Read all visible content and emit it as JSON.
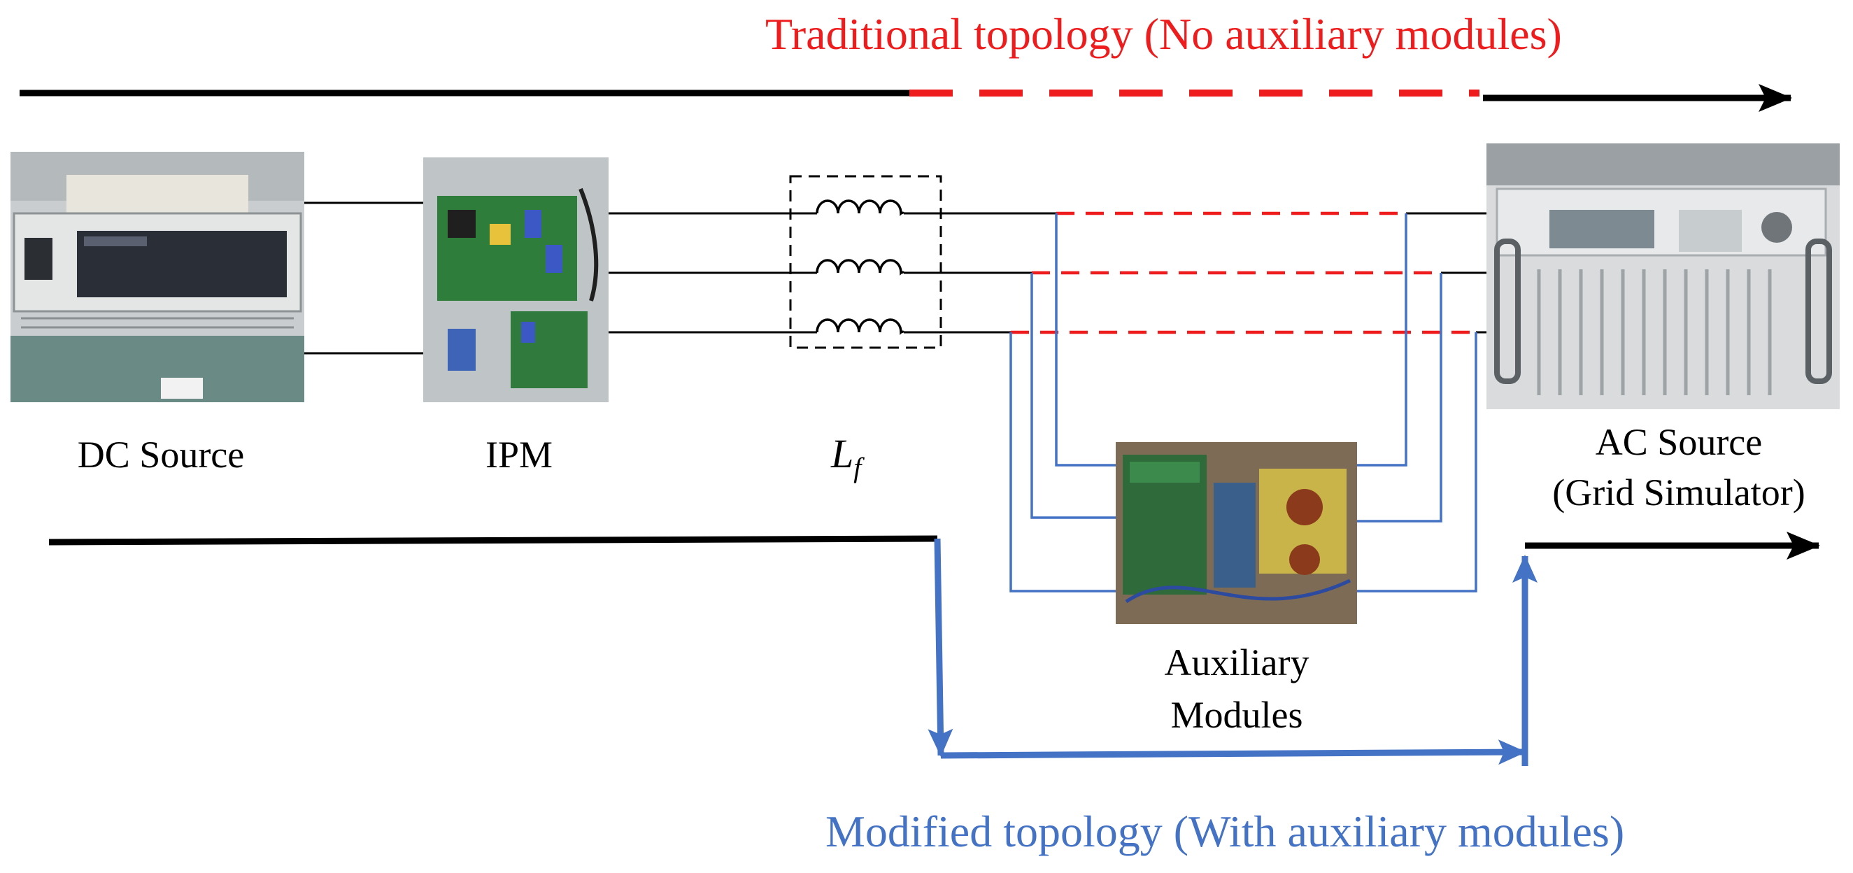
{
  "labels": {
    "traditional": "Traditional topology (No auxiliary modules)",
    "modified": "Modified topology (With auxiliary modules)",
    "dc_source": "DC Source",
    "ipm": "IPM",
    "inductor_main": "L",
    "inductor_sub": "f",
    "aux_line1": "Auxiliary",
    "aux_line2": "Modules",
    "ac_line1": "AC Source",
    "ac_line2": "(Grid Simulator)"
  },
  "colors": {
    "traditional": "#ee1c1c",
    "modified": "#4472c4",
    "wire": "#000000"
  }
}
